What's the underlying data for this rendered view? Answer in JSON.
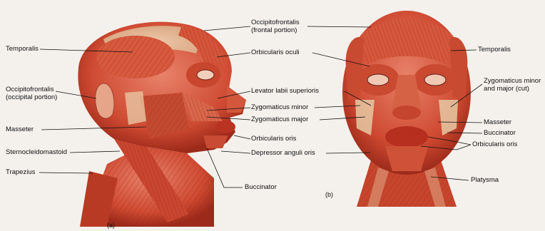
{
  "panel_labels": {
    "left": "(a)",
    "right": "(b)"
  },
  "left_labels": [
    {
      "id": "temporalis",
      "text": "Temporalis"
    },
    {
      "id": "occipitofrontalis-occipital",
      "text": "Occipitofrontalis\n(occipital portion)"
    },
    {
      "id": "masseter",
      "text": "Masseter"
    },
    {
      "id": "sternocleidomastoid",
      "text": "Sternocleidomastoid"
    },
    {
      "id": "trapezius",
      "text": "Trapezius"
    }
  ],
  "center_labels": [
    {
      "id": "occipitofrontalis-frontal",
      "text": "Occipitofrontalis\n(frontal portion)"
    },
    {
      "id": "orbicularis-oculi",
      "text": "Orbicularis oculi"
    },
    {
      "id": "levator-labii-superioris",
      "text": "Levator labii superioris"
    },
    {
      "id": "zygomaticus-minor",
      "text": "Zygomaticus minor"
    },
    {
      "id": "zygomaticus-major",
      "text": "Zygomaticus major"
    },
    {
      "id": "orbicularis-oris",
      "text": "Orbicularis oris"
    },
    {
      "id": "depressor-anguli-oris",
      "text": "Depressor anguli oris"
    },
    {
      "id": "buccinator",
      "text": "Buccinator"
    }
  ],
  "right_labels": [
    {
      "id": "temporalis",
      "text": "Temporalis"
    },
    {
      "id": "zygomaticus-minor-major-cut",
      "text": "Zygomaticus minor\nand major (cut)"
    },
    {
      "id": "masseter",
      "text": "Masseter"
    },
    {
      "id": "buccinator",
      "text": "Buccinator"
    },
    {
      "id": "orbicularis-oris",
      "text": "Orbicularis oris"
    },
    {
      "id": "platysma",
      "text": "Platysma"
    }
  ]
}
